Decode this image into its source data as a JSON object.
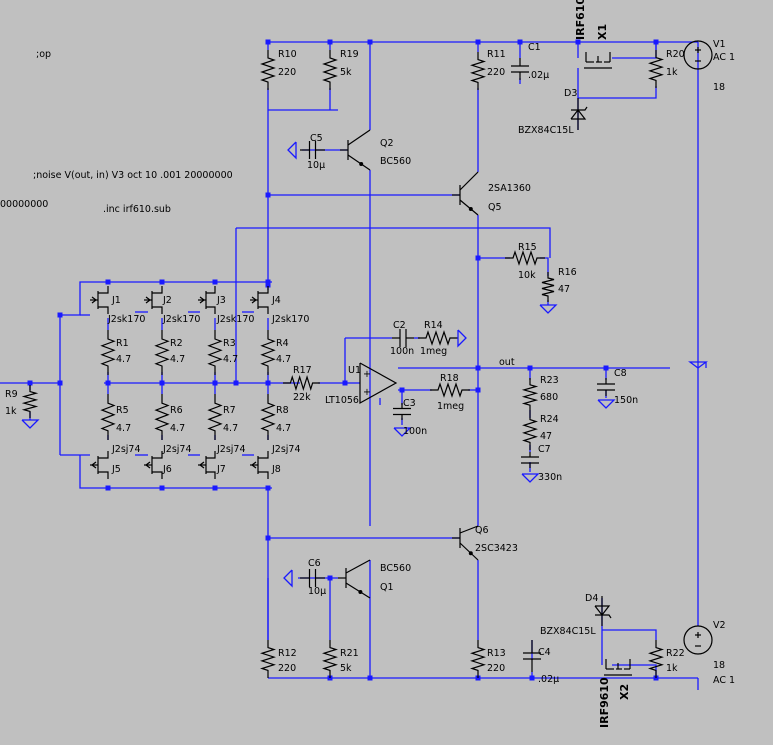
{
  "directives": [
    {
      "id": "op",
      "text": ";op"
    },
    {
      "id": "noise",
      "text": ";noise V(out, in) V3 oct 10 .001 20000000"
    },
    {
      "id": "cut",
      "text": "00000000"
    },
    {
      "id": "inc",
      "text": ".inc irf610.sub"
    }
  ],
  "net_labels": [
    {
      "id": "out",
      "text": "out"
    }
  ],
  "components": {
    "R10": [
      "R10",
      "220"
    ],
    "R19": [
      "R19",
      "5k"
    ],
    "R11": [
      "R11",
      "220"
    ],
    "C1": [
      "C1",
      ".02µ"
    ],
    "X1": [
      "X1",
      "IRF610"
    ],
    "R20": [
      "R20",
      "1k"
    ],
    "V1": [
      "V1",
      "AC 1",
      "18"
    ],
    "D3": [
      "D3",
      "BZX84C15L"
    ],
    "C5": [
      "C5",
      "10µ"
    ],
    "Q2": [
      "Q2",
      "BC560"
    ],
    "Q5": [
      "Q5",
      "2SA1360"
    ],
    "R15": [
      "R15",
      "10k"
    ],
    "R16": [
      "R16",
      "47"
    ],
    "J1": [
      "J1",
      "J2sk170"
    ],
    "J2": [
      "J2",
      "J2sk170"
    ],
    "J3": [
      "J3",
      "J2sk170"
    ],
    "J4": [
      "J4",
      "J2sk170"
    ],
    "C2": [
      "C2",
      "100n"
    ],
    "R14": [
      "R14",
      "1meg"
    ],
    "R1": [
      "R1",
      "4.7"
    ],
    "R2": [
      "R2",
      "4.7"
    ],
    "R3": [
      "R3",
      "4.7"
    ],
    "R4": [
      "R4",
      "4.7"
    ],
    "R17": [
      "R17",
      "22k"
    ],
    "U1": [
      "U1",
      "LT1056"
    ],
    "R18": [
      "R18",
      "1meg"
    ],
    "C3": [
      "C3",
      "100n"
    ],
    "R9": [
      "R9",
      "1k"
    ],
    "R23": [
      "R23",
      "680"
    ],
    "C8": [
      "C8",
      "150n"
    ],
    "R24": [
      "R24",
      "47"
    ],
    "C7": [
      "C7",
      "330n"
    ],
    "R5": [
      "R5",
      "4.7"
    ],
    "R6": [
      "R6",
      "4.7"
    ],
    "R7": [
      "R7",
      "4.7"
    ],
    "R8": [
      "R8",
      "4.7"
    ],
    "J5": [
      "J5",
      "J2sj74"
    ],
    "J6": [
      "J6",
      "J2sj74"
    ],
    "J7": [
      "J7",
      "J2sj74"
    ],
    "J8": [
      "J8",
      "J2sj74"
    ],
    "Q6": [
      "Q6",
      "2SC3423"
    ],
    "C6": [
      "C6",
      "10µ"
    ],
    "Q1": [
      "Q1",
      "BC560"
    ],
    "D4": [
      "D4",
      "BZX84C15L"
    ],
    "V2": [
      "V2",
      "AC 1",
      "18"
    ],
    "R12": [
      "R12",
      "220"
    ],
    "R21": [
      "R21",
      "5k"
    ],
    "R13": [
      "R13",
      "220"
    ],
    "C4": [
      "C4",
      ".02µ"
    ],
    "X2": [
      "X2",
      "IRF9610"
    ],
    "R22": [
      "R22",
      "1k"
    ]
  }
}
